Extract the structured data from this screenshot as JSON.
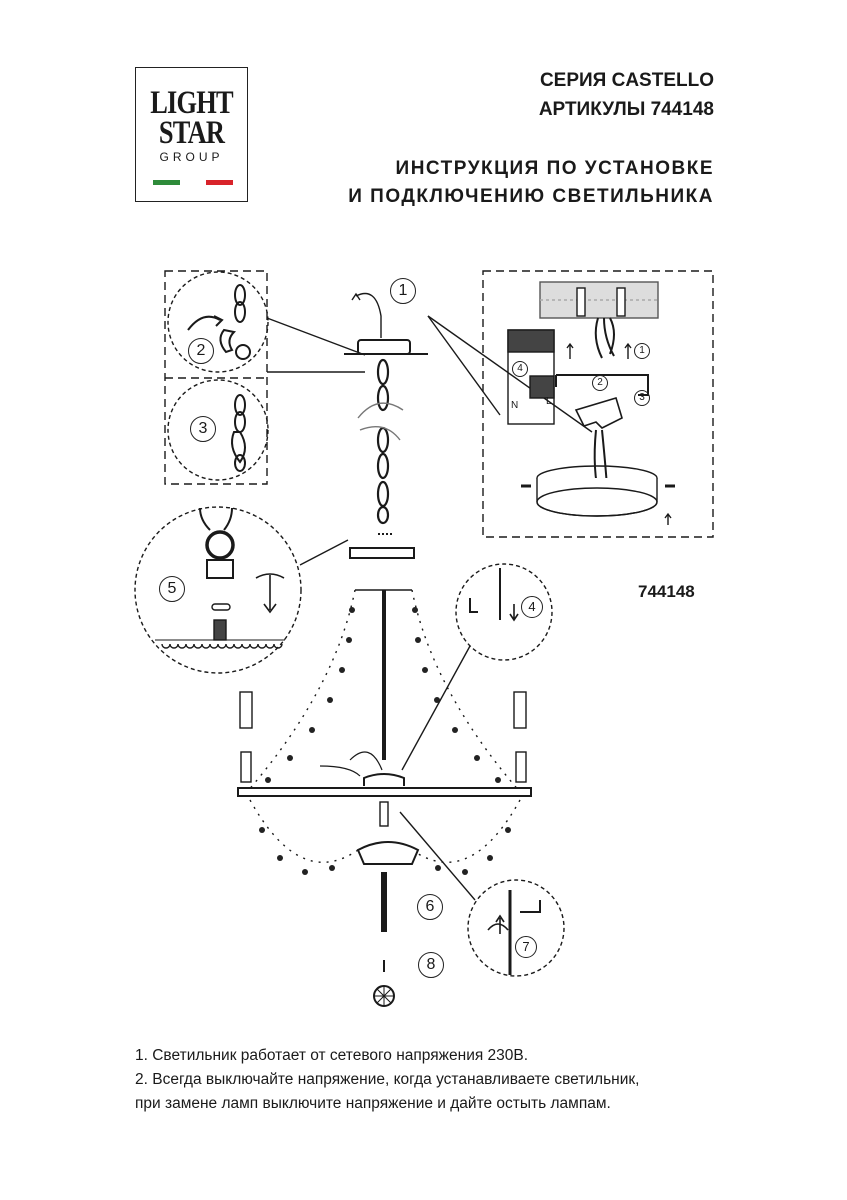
{
  "logo": {
    "line1": "LIGHT",
    "line2": "STAR",
    "line3": "GROUP",
    "flag_colors": [
      "#2e8b3a",
      "#ffffff",
      "#d8232a"
    ]
  },
  "header": {
    "series": "СЕРИЯ CASTELLO",
    "articles": "АРТИКУЛЫ 744148",
    "title_line1": "ИНСТРУКЦИЯ ПО УСТАНОВКЕ",
    "title_line2": "И ПОДКЛЮЧЕНИЮ СВЕТИЛЬНИКА"
  },
  "diagram": {
    "article_label": "744148",
    "step_numbers": [
      "1",
      "2",
      "3",
      "4",
      "5",
      "6",
      "7",
      "8"
    ],
    "wiring_labels": {
      "neutral": "N",
      "live": "L"
    }
  },
  "notes": [
    "1. Светильник работает от сетевого напряжения 230В.",
    "2. Всегда выключайте напряжение, когда устанавливаете светильник,",
    "при замене ламп выключите напряжение и дайте остыть лампам."
  ]
}
